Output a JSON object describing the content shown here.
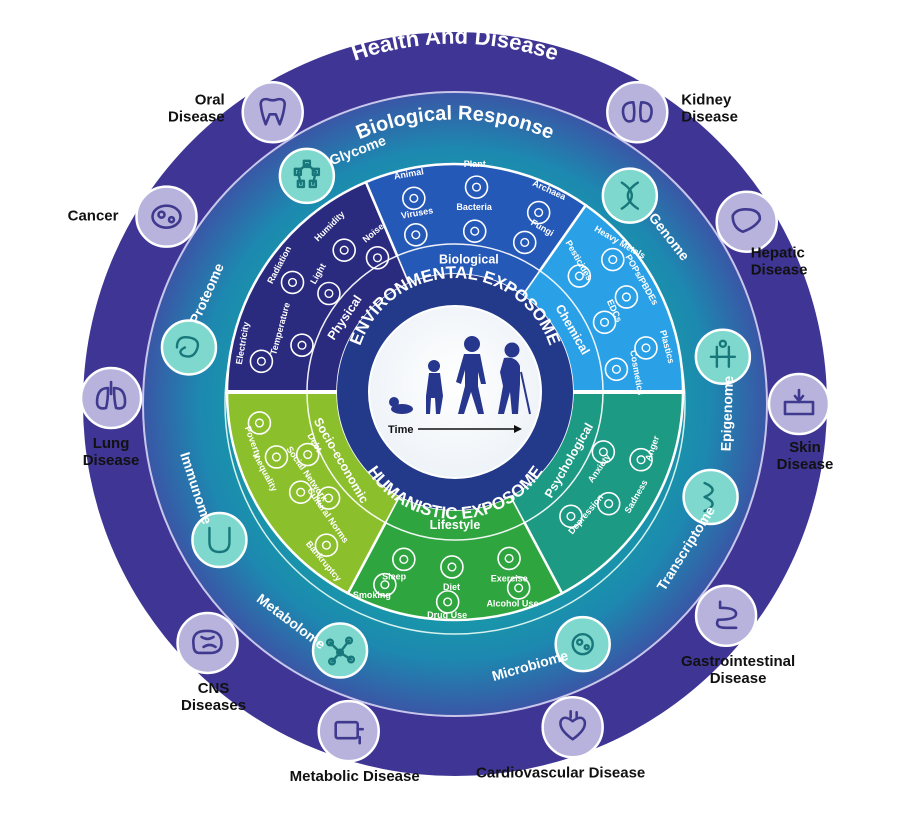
{
  "outer_title": "Health And Disease",
  "ring_title": "Biological Response",
  "environmental_title": "ENVIRONMENTAL EXPOSOME",
  "humanistic_title": "HUMANISTIC EXPOSOME",
  "time_label": "Time",
  "diseases": [
    {
      "label": [
        "Oral",
        "Disease"
      ],
      "icon": "tooth-icon"
    },
    {
      "label": [
        "Kidney",
        "Disease"
      ],
      "icon": "kidney-icon"
    },
    {
      "label": [
        "Hepatic",
        "Disease"
      ],
      "icon": "liver-icon"
    },
    {
      "label": [
        "Skin",
        "Disease"
      ],
      "icon": "skin-icon"
    },
    {
      "label": [
        "Gastrointestinal",
        "Disease"
      ],
      "icon": "intestine-icon"
    },
    {
      "label": [
        "Cardiovascular Disease"
      ],
      "icon": "heart-icon"
    },
    {
      "label": [
        "Metabolic Disease"
      ],
      "icon": "glucose-meter-icon"
    },
    {
      "label": [
        "CNS",
        "Diseases"
      ],
      "icon": "brain-icon"
    },
    {
      "label": [
        "Lung",
        "Disease"
      ],
      "icon": "lungs-icon"
    },
    {
      "label": [
        "Cancer"
      ],
      "icon": "cell-icon"
    }
  ],
  "omics": [
    {
      "label": "Genome",
      "icon": "dna-helix-icon"
    },
    {
      "label": "Epigenome",
      "icon": "methylation-icon"
    },
    {
      "label": "Transcriptome",
      "icon": "rna-icon"
    },
    {
      "label": "Microbiome",
      "icon": "microbe-icon"
    },
    {
      "label": "Metabolome",
      "icon": "network-icon"
    },
    {
      "label": "Immunome",
      "icon": "immune-icon"
    },
    {
      "label": "Proteome",
      "icon": "protein-icon"
    },
    {
      "label": "Glycome",
      "icon": "glycan-icon"
    }
  ],
  "categories": {
    "physical": "Physical",
    "biological": "Biological",
    "chemical": "Chemical",
    "psychological": "Psychological",
    "lifestyle": "Lifestyle",
    "socioeconomic": "Socio-economic"
  },
  "physical_items": [
    "Humidity",
    "Radiation",
    "Noise",
    "Light",
    "Electricity",
    "Temperature"
  ],
  "biological_items": [
    "Animal",
    "Plant",
    "Archaea",
    "Viruses",
    "Bacteria",
    "Fungi"
  ],
  "chemical_items": [
    "Heavy Metals",
    "POPs/PBDEs",
    "Pesticides",
    "EDCs",
    "Plastics",
    "Cosmetics"
  ],
  "psychological_items": [
    "Anger",
    "Sadness",
    "Anxiety",
    "Depression"
  ],
  "lifestyle_items": [
    "Sleep",
    "Diet",
    "Exercise",
    "Smoking",
    "Drug Use",
    "Alcohol Use"
  ],
  "socioeconomic_items": [
    "Poverty",
    "Inequality",
    "Social Network",
    "Debt",
    "Cultural Norms",
    "Bankruptcy"
  ],
  "colors": {
    "outer_ring": "#3f3594",
    "biological_ring": "#17a3a0",
    "physical": "#2a2a7e",
    "biological": "#2559b8",
    "chemical": "#2aa0e6",
    "socioeconomic": "#8cbf2c",
    "lifestyle": "#2fa53f",
    "psychological": "#1c9a83"
  }
}
